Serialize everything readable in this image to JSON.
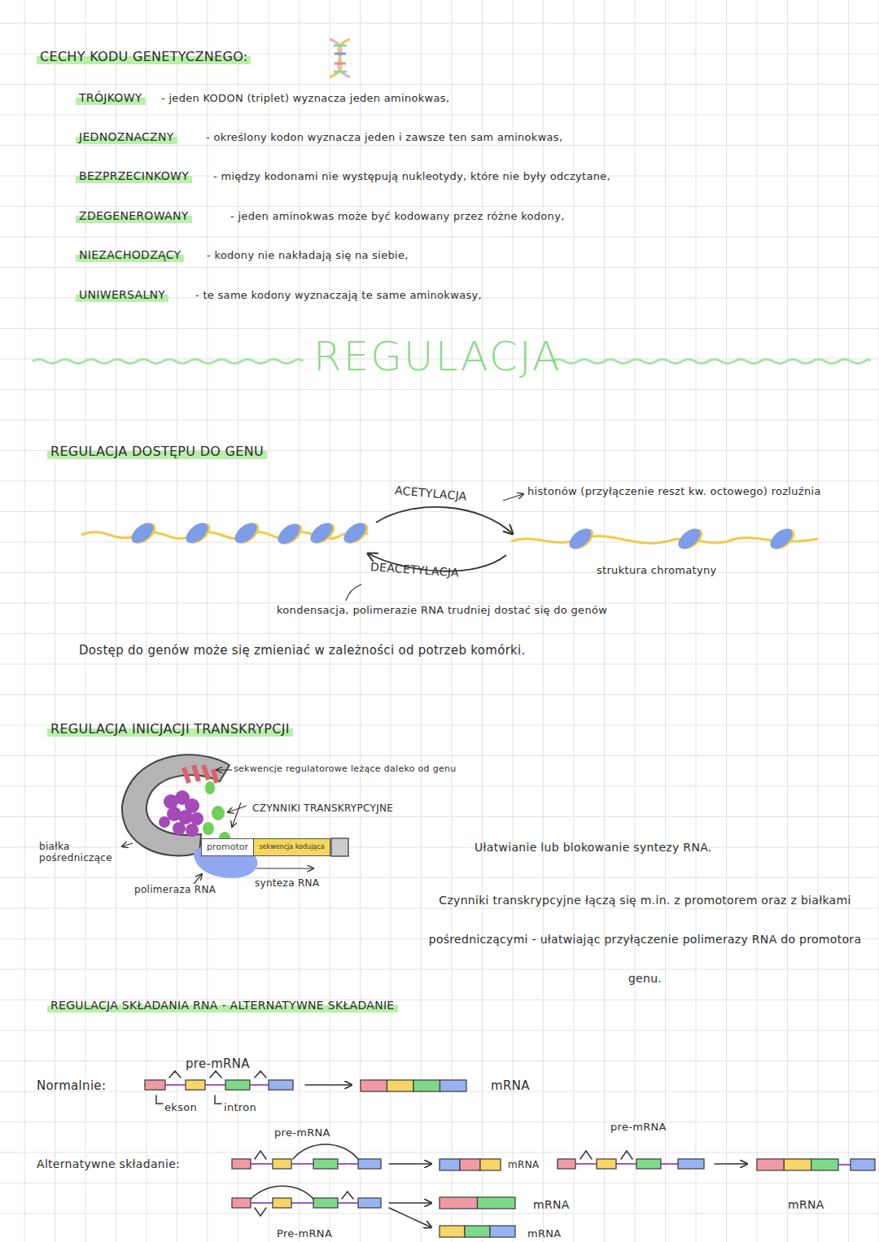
{
  "diagram": {
    "title": "CECHY KODU GENETYCZNEGO:",
    "nodes": [
      {
        "text": [
          "promotor"
        ]
      },
      {
        "text": [
          "sekwencja kodująca"
        ]
      }
    ],
    "labels": [
      "TRÓJKOWY",
      "- jeden KODON (triplet) wyznacza jeden aminokwas,",
      "JEDNOZNACZNY",
      "- określony kodon wyznacza jeden i zawsze ten sam aminokwas,",
      "BEZPRZECINKOWY",
      "- między kodonami nie występują nukleotydy, które nie były odczytane,",
      "ZDEGENEROWANY",
      "- jeden aminokwas może być kodowany przez różne kodony,",
      "NIEZACHODZĄCY",
      "- kodony nie nakładają się na siebie,",
      "UNIWERSALNY",
      "- te same kodony wyznaczają te same aminokwasy,",
      "REGULACJA",
      "REGULACJA DOSTĘPU DO GENU",
      "ACETYLACJA",
      "histonów (przyłączenie reszt kw. octowego) rozluźnia",
      "DEACETYLACJA",
      "struktura chromatyny",
      "kondensacja, polimerazie RNA trudniej dostać się do genów",
      "Dostęp do genów może się zmieniać w zależności od potrzeb komórki.",
      "REGULACJA INICJACJI TRANSKRYPCJI",
      "sekwencje regulatorowe leżące daleko od genu",
      "CZYNNIKI TRANSKRYPCYJNE",
      "białka pośredniczące",
      "polimeraza RNA",
      "synteza RNA",
      "Ułatwianie lub blokowanie syntezy RNA.",
      "Czynniki transkrypcyjne łączą się m.in. z promotorem oraz z białkami pośredniczącymi - ułatwiając przyłączenie polimerazy RNA do promotora genu.",
      "REGULACJA SKŁADANIA RNA - ALTERNATYWNE SKŁADANIE",
      "Normalnie:",
      "pre-mRNA",
      "ekson",
      "intron",
      "mRNA",
      "Alternatywne składanie:",
      "pre-mRNA",
      "mRNA",
      "pre-mRNA",
      "mRNA",
      "mRNA",
      "Pre-mRNA",
      "mRNA"
    ]
  }
}
